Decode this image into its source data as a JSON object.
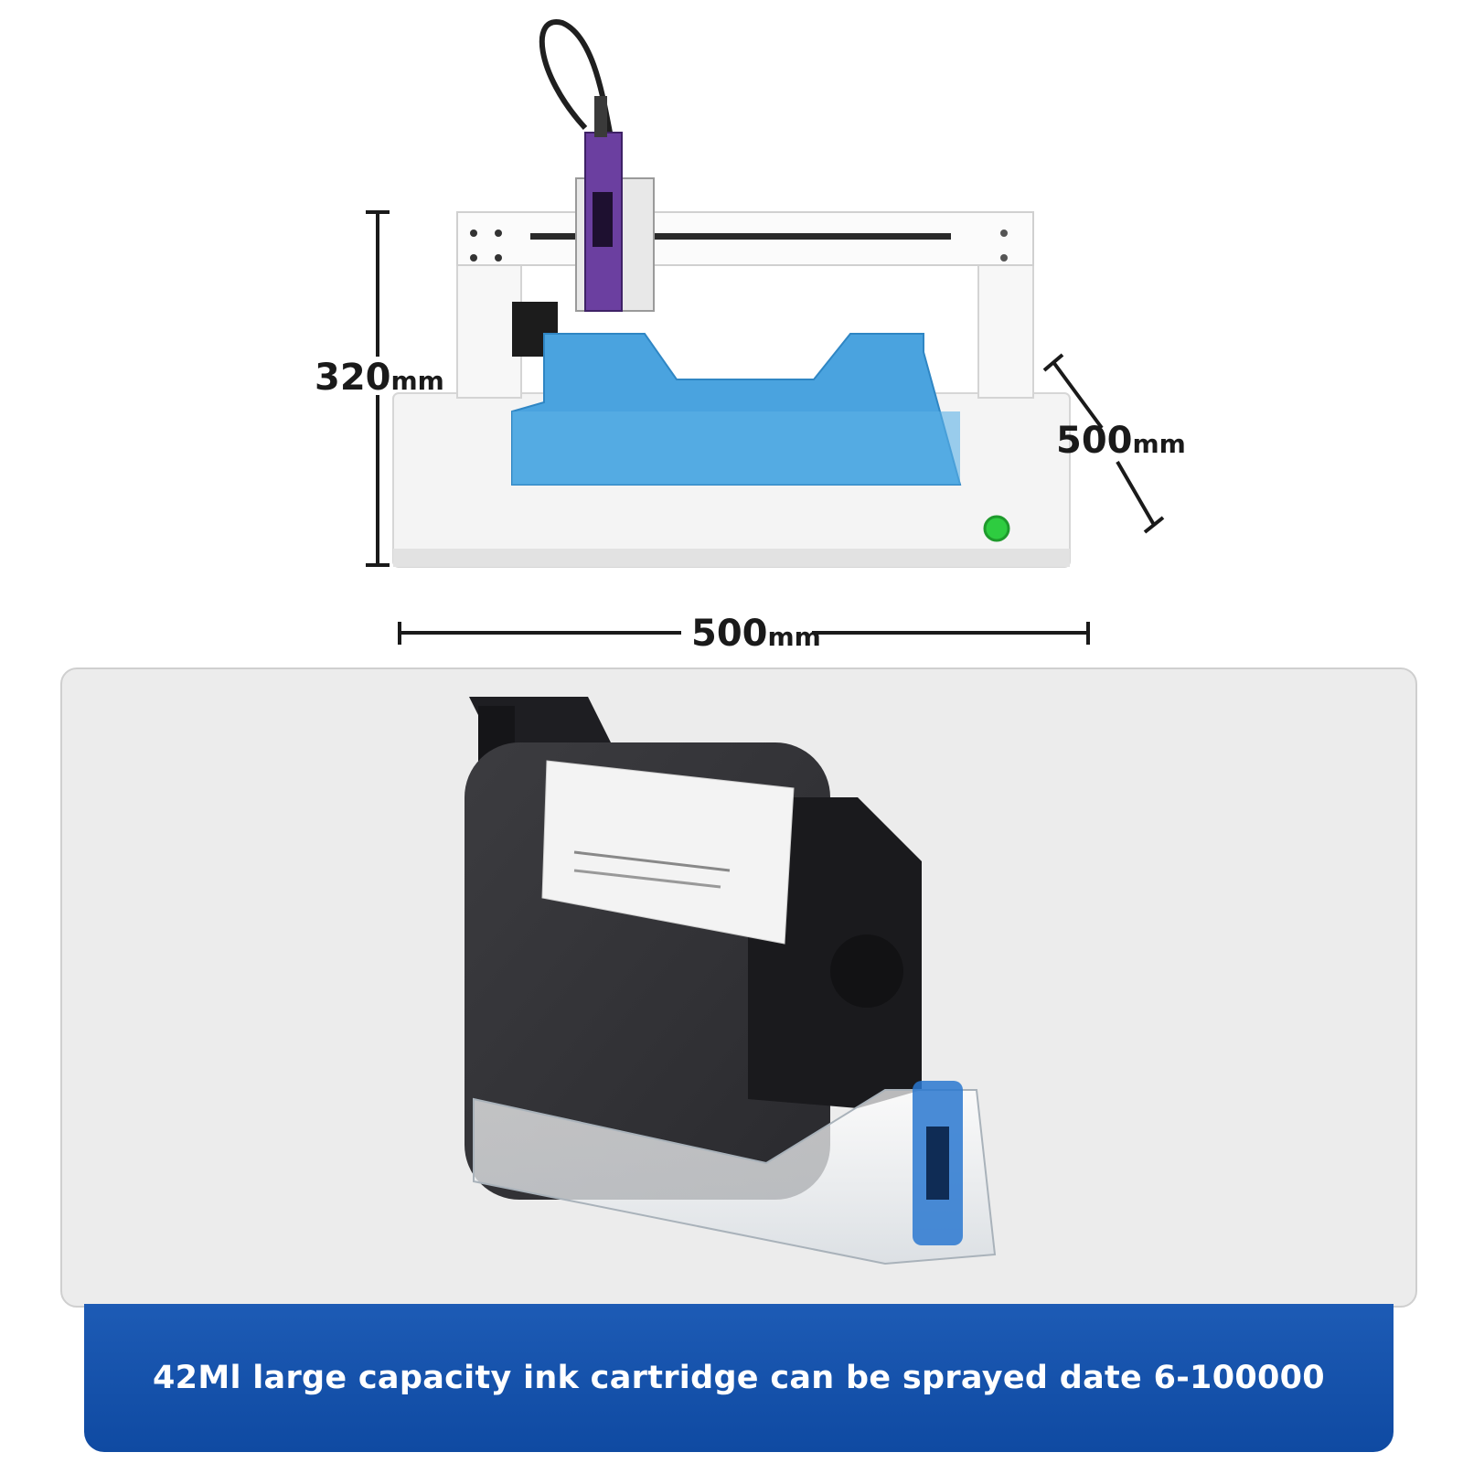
{
  "dimensions": {
    "height": {
      "value": "320",
      "unit": "mm"
    },
    "depth": {
      "value": "500",
      "unit": "mm"
    },
    "width": {
      "value": "500",
      "unit": "mm"
    }
  },
  "caption": "42Ml large capacity ink cartridge can be sprayed date 6-100000",
  "colors": {
    "banner": "#1d5bb5",
    "tray": "#4aa3df",
    "printhead": "#6b3fa0",
    "button": "#2ecc40"
  }
}
